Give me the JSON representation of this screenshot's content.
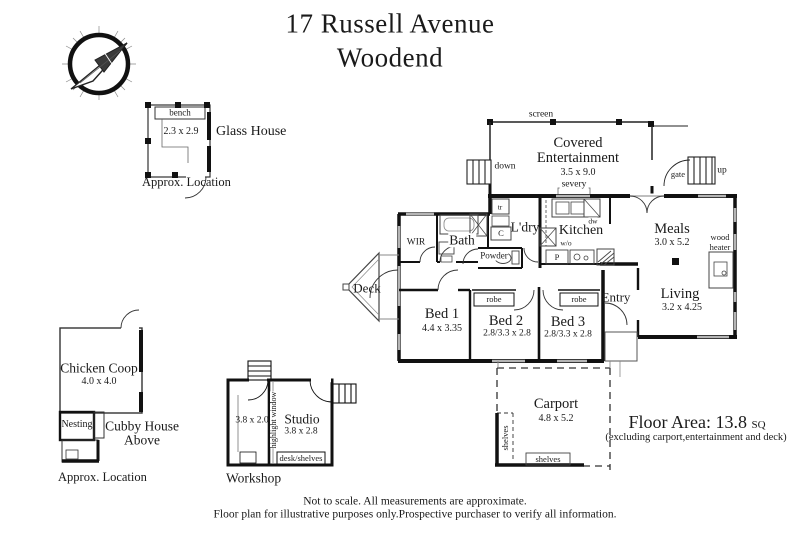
{
  "title": {
    "line1": "17 Russell Avenue",
    "line2": "Woodend"
  },
  "glass_house": {
    "name": "Glass House",
    "dim": "2.3 x 2.9",
    "bench": "bench",
    "approx": "Approx. Location"
  },
  "entertainment": {
    "name_line1": "Covered",
    "name_line2": "Entertainment",
    "dim": "3.5 x 9.0",
    "screen": "screen",
    "severy": "severy",
    "down": "down",
    "gate": "gate",
    "up": "up"
  },
  "rooms": {
    "wir": "WIR",
    "bath": "Bath",
    "ldry": "L'dry",
    "tr": "tr",
    "c": "C",
    "powder": "Powder",
    "kitchen": "Kitchen",
    "dw": "dw",
    "wo": "w/o",
    "p": "P",
    "meals": {
      "name": "Meals",
      "dim": "3.0 x 5.2"
    },
    "living": {
      "name": "Living",
      "dim": "3.2 x 4.25"
    },
    "wood_heater_line1": "wood",
    "wood_heater_line2": "heater",
    "entry": "Entry",
    "bed1": {
      "name": "Bed 1",
      "dim": "4.4 x 3.35"
    },
    "bed2": {
      "name": "Bed 2",
      "dim": "2.8/3.3 x 2.8",
      "robe": "robe"
    },
    "bed3": {
      "name": "Bed 3",
      "dim": "2.8/3.3 x 2.8",
      "robe": "robe"
    },
    "deck": "Deck"
  },
  "carport": {
    "name": "Carport",
    "dim": "4.8 x 5.2",
    "shelves_left": "shelves",
    "shelves_bottom": "shelves"
  },
  "chicken_coop": {
    "name": "Chicken Coop",
    "dim": "4.0 x 4.0",
    "nesting": "Nesting",
    "cubby_line1": "Cubby House",
    "cubby_line2": "Above",
    "approx": "Approx. Location"
  },
  "workshop": {
    "label": "Workshop",
    "room_dim": "3.8 x 2.0",
    "studio": "Studio",
    "studio_dim": "3.8 x 2.8",
    "highlight_window": "highlight window",
    "desk_shelves": "desk/shelves"
  },
  "floor_area": {
    "main": "Floor Area: 13.8",
    "unit": "SQ",
    "note": "(excluding carport,entertainment and deck)"
  },
  "footer": {
    "line1": "Not to scale. All measurements are approximate.",
    "line2": "Floor plan for illustrative purposes only.Prospective purchaser to verify all information."
  },
  "colors": {
    "wall": "#111111",
    "window": "#b5b5b5",
    "ink": "#1a1a1a"
  }
}
